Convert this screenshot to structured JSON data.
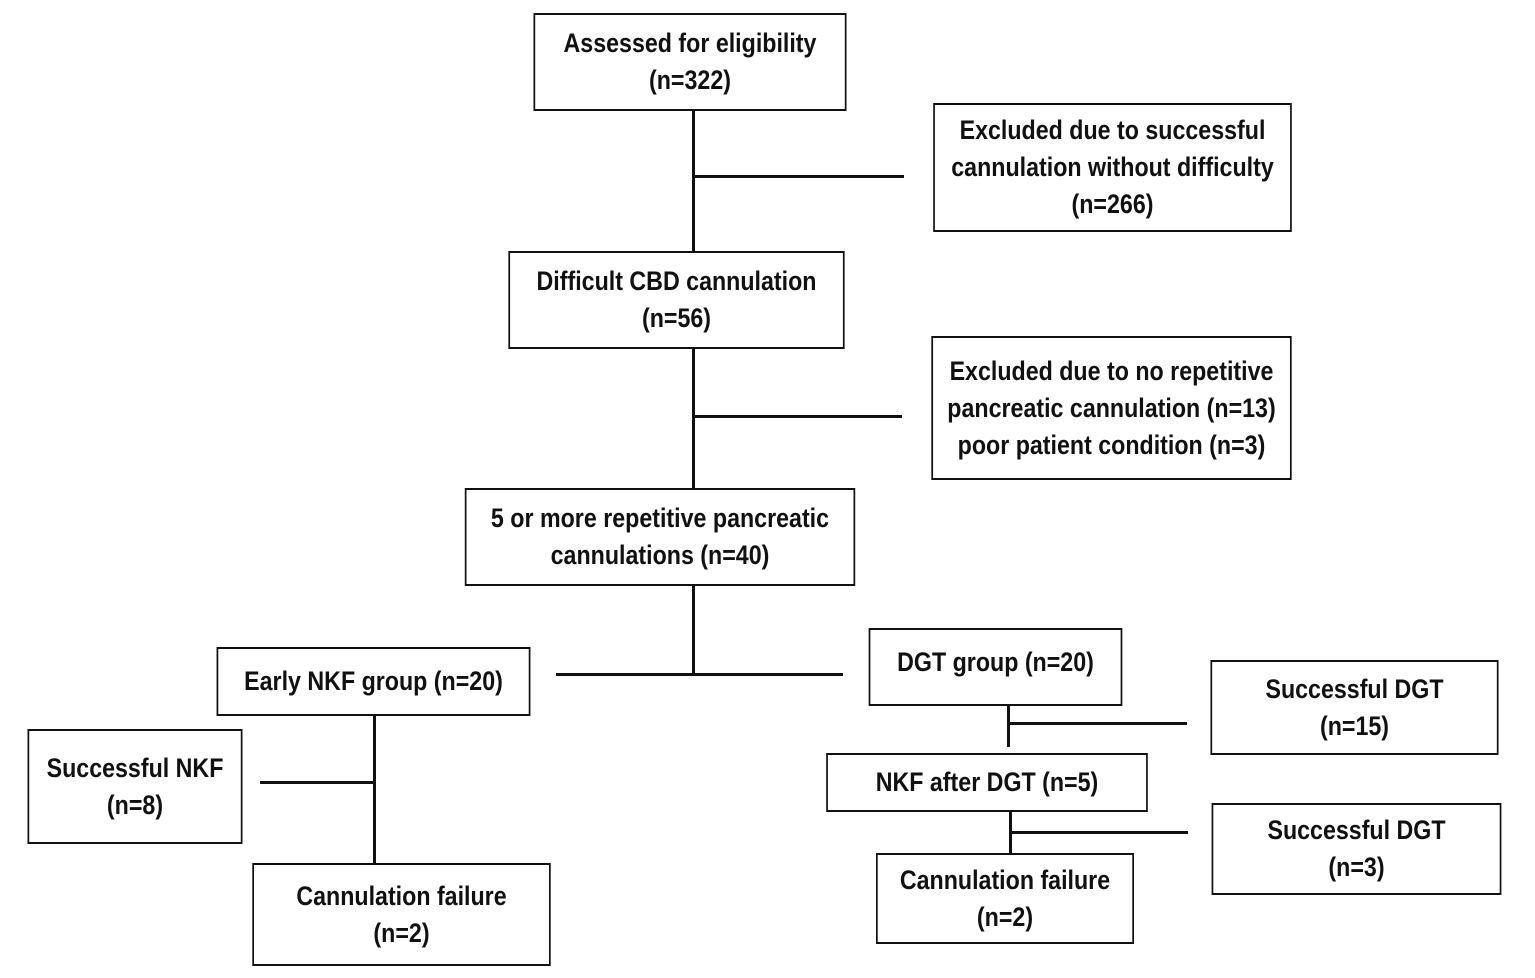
{
  "diagram": {
    "nodes": {
      "assessed": {
        "line1": "Assessed for eligibility",
        "line2": "(n=322)"
      },
      "excluded_1": {
        "line1": "Excluded due to successful",
        "line2": "cannulation without difficulty",
        "line3": "(n=266)"
      },
      "difficult": {
        "line1": "Difficult CBD cannulation",
        "line2": "(n=56)"
      },
      "excluded_2": {
        "line1": "Excluded due to no repetitive",
        "line2": "pancreatic cannulation (n=13)",
        "line3": "poor patient condition (n=3)"
      },
      "five_or_more": {
        "line1": "5 or more repetitive pancreatic",
        "line2": "cannulations (n=40)"
      },
      "early_nkf": {
        "line1": "Early NKF group (n=20)"
      },
      "dgt_group": {
        "line1": "DGT group (n=20)"
      },
      "successful_dgt_1": {
        "line1": "Successful DGT",
        "line2": "(n=15)"
      },
      "successful_nkf": {
        "line1": "Successful NKF",
        "line2": "(n=8)"
      },
      "nkf_after_dgt": {
        "line1": "NKF after DGT (n=5)"
      },
      "successful_dgt_2": {
        "line1": "Successful DGT",
        "line2": "(n=3)"
      },
      "cannulation_failure_1": {
        "line1": "Cannulation failure",
        "line2": "(n=2)"
      },
      "cannulation_failure_2": {
        "line1": "Cannulation failure",
        "line2": "(n=2)"
      }
    },
    "edges": [
      {
        "from": "assessed",
        "to": "difficult"
      },
      {
        "from": "assessed",
        "to": "excluded_1"
      },
      {
        "from": "difficult",
        "to": "five_or_more"
      },
      {
        "from": "difficult",
        "to": "excluded_2"
      },
      {
        "from": "five_or_more",
        "to": "early_nkf"
      },
      {
        "from": "five_or_more",
        "to": "dgt_group"
      },
      {
        "from": "early_nkf",
        "to": "successful_nkf"
      },
      {
        "from": "early_nkf",
        "to": "cannulation_failure_1"
      },
      {
        "from": "dgt_group",
        "to": "successful_dgt_1"
      },
      {
        "from": "dgt_group",
        "to": "nkf_after_dgt"
      },
      {
        "from": "nkf_after_dgt",
        "to": "successful_dgt_2"
      },
      {
        "from": "nkf_after_dgt",
        "to": "cannulation_failure_2"
      }
    ],
    "colors": {
      "line": "#111111",
      "text": "#111111",
      "background": "#ffffff"
    }
  }
}
